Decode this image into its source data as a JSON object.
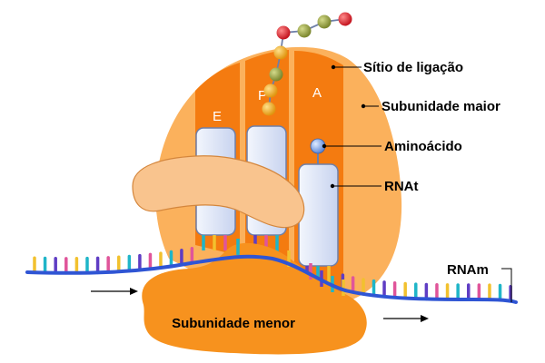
{
  "labels": {
    "binding_site": "Sítio de ligação",
    "large_subunit": "Subunidade maior",
    "amino_acid": "Aminoácido",
    "trna": "RNAt",
    "mrna": "RNAm",
    "small_subunit": "Subunidade menor"
  },
  "sites": {
    "e": "E",
    "p": "P",
    "a": "A"
  },
  "colors": {
    "large_subunit_light": "#FBB15C",
    "large_subunit_dark": "#F47B10",
    "small_subunit": "#F7921E",
    "trna_body": "#DDE6F8",
    "trna_border": "#6E7FA8",
    "mrna_backbone": "#2F55D4",
    "cap_shape": "#F9C48E",
    "amino_red": "#D9212E",
    "amino_olive": "#9AA441",
    "amino_yellow": "#F4B12B",
    "amino_blue": "#7FA7E8"
  }
}
